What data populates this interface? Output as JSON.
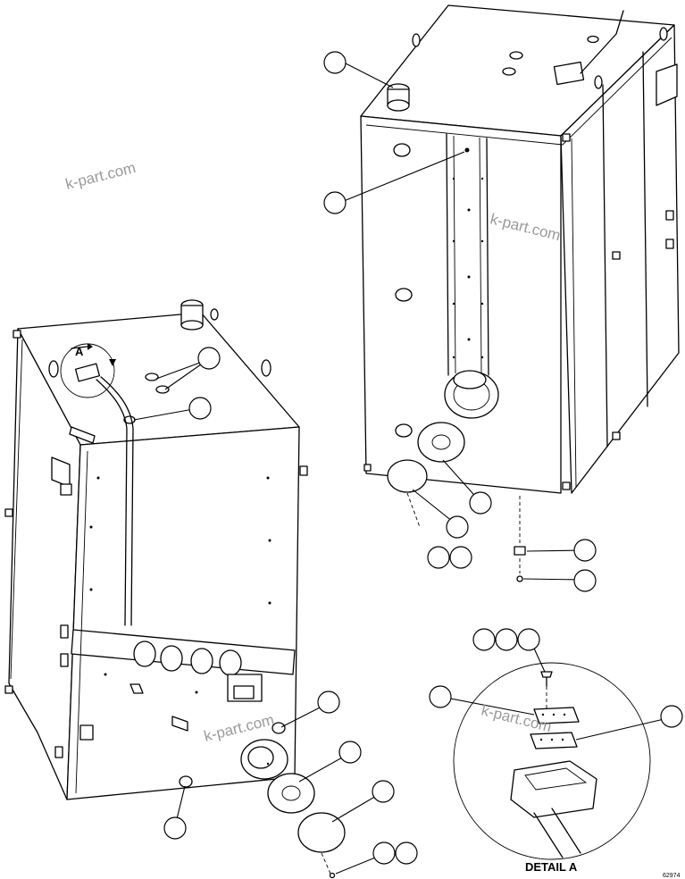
{
  "labels": {
    "detail": "DETAIL A",
    "view_arrow": "A",
    "drawing_id": "62974"
  },
  "watermarks": [
    "k-part.com",
    "k-part.com",
    "k-part.com",
    "k-part.com"
  ],
  "colors": {
    "line": "#000000",
    "background": "#ffffff",
    "watermark": "#9a9a9a"
  }
}
